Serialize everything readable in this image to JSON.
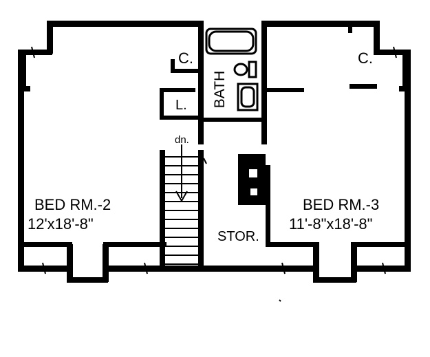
{
  "rooms": {
    "bed2": {
      "name": "BED RM.-2",
      "size": "12'x18'-8\""
    },
    "bed3": {
      "name": "BED RM.-3",
      "size": "11'-8\"x18'-8\""
    },
    "bath": "BATH",
    "closet_left": "C.",
    "closet_right": "C.",
    "linen": "L.",
    "storage": "STOR.",
    "stair_down": "dn."
  },
  "colors": {
    "wall": "#000000",
    "background": "#ffffff"
  }
}
